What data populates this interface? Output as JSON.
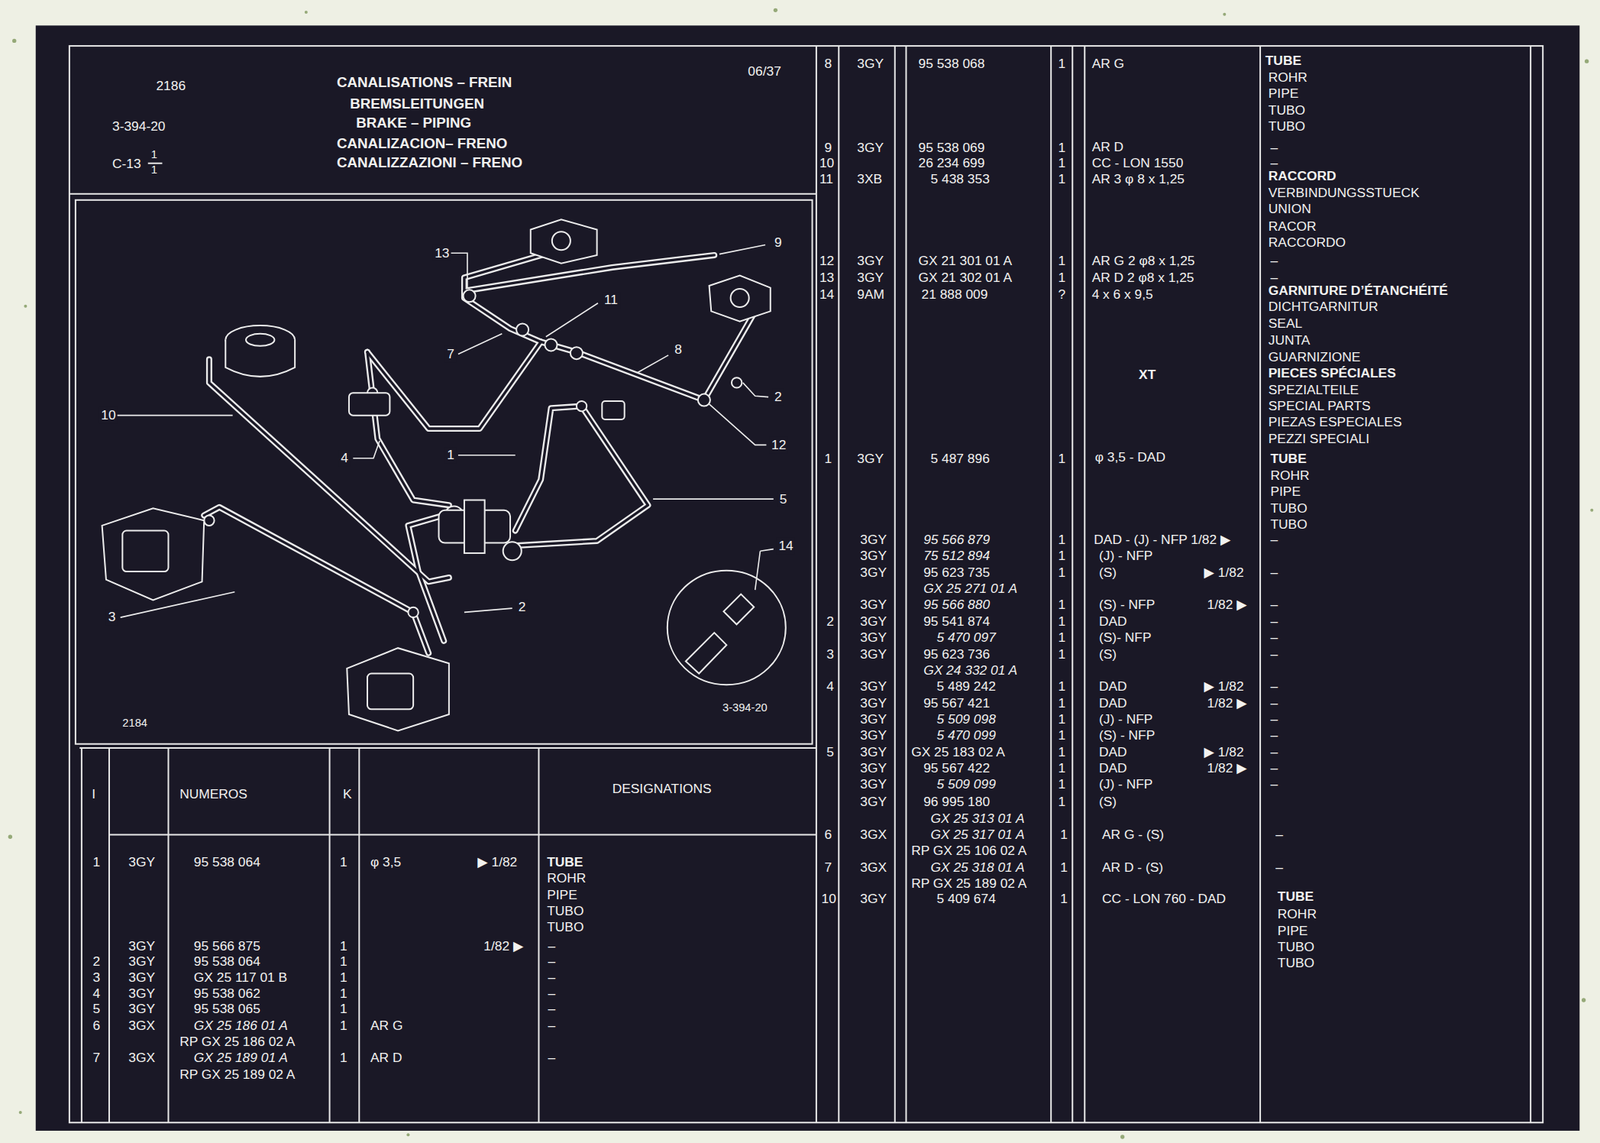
{
  "diagram": {
    "title": "CANALISATIONS – FREIN",
    "labels": [
      "2186",
      "3-394-20",
      "C-13",
      "1",
      "1",
      "BREMSLEITUNGEN",
      "BRAKE – PIPING",
      "CANALIZACION– FRENO",
      "CANALIZZAZIONI – FRENO",
      "06/37",
      "13",
      "9",
      "11",
      "7",
      "8",
      "10",
      "4",
      "1",
      "2",
      "12",
      "5",
      "14",
      "3",
      "2",
      "2184",
      "3-394-20",
      "I",
      "NUMEROS",
      "K",
      "DESIGNATIONS",
      "1",
      "3GY",
      "95 538 064",
      "1",
      "φ 3,5",
      "▶ 1/82",
      "TUBE",
      "ROHR",
      "PIPE",
      "TUBO",
      "TUBO",
      "3GY",
      "95 566 875",
      "1",
      "1/82 ▶",
      "–",
      "2",
      "3GY",
      "95 538 064",
      "1",
      "–",
      "3",
      "3GY",
      "GX 25 117 01 B",
      "1",
      "–",
      "4",
      "3GY",
      "95 538 062",
      "1",
      "–",
      "5",
      "3GY",
      "95 538 065",
      "1",
      "–",
      "6",
      "3GX",
      "GX 25 186 01 A",
      "1",
      "AR G",
      "–",
      "RP GX 25 186 02 A",
      "7",
      "3GX",
      "GX 25 189 01 A",
      "1",
      "AR D",
      "–",
      "RP GX 25 189 02 A",
      "8",
      "3GY",
      "95 538 068",
      "1",
      "AR G",
      "TUBE",
      "ROHR",
      "PIPE",
      "TUBO",
      "TUBO",
      "9",
      "3GY",
      "95 538 069",
      "1",
      "AR D",
      "–",
      "10",
      "26 234 699",
      "1",
      "CC - LON 1550",
      "–",
      "11",
      "3XB",
      "5 438 353",
      "1",
      "AR 3 φ 8 x 1,25",
      "RACCORD",
      "VERBINDUNGSSTUECK",
      "UNION",
      "RACOR",
      "RACCORDO",
      "12",
      "3GY",
      "GX 21 301 01 A",
      "1",
      "AR G 2 φ8 x 1,25",
      "–",
      "13",
      "3GY",
      "GX 21 302 01 A",
      "1",
      "AR D 2 φ8 x 1,25",
      "–",
      "14",
      "9AM",
      "21 888 009",
      "?",
      "4 x 6 x 9,5",
      "GARNITURE D’ÉTANCHÉITÉ",
      "DICHTGARNITUR",
      "SEAL",
      "JUNTA",
      "GUARNIZIONE",
      "XT",
      "PIECES SPÉCIALES",
      "SPEZIALTEILE",
      "SPECIAL PARTS",
      "PIEZAS ESPECIALES",
      "PEZZI SPECIALI",
      "1",
      "3GY",
      "5 487 896",
      "1",
      "φ 3,5 - DAD",
      "TUBE",
      "ROHR",
      "PIPE",
      "TUBO",
      "TUBO",
      "3GY",
      "95 566 879",
      "1",
      "DAD - (J) - NFP 1/82 ▶",
      "–",
      "3GY",
      "75 512 894",
      "1",
      "(J) - NFP",
      "3GY",
      "95 623 735",
      "1",
      "(S)",
      "▶ 1/82",
      "–",
      "GX 25 271 01 A",
      "3GY",
      "95 566 880",
      "1",
      "(S) - NFP",
      "1/82 ▶",
      "–",
      "2",
      "3GY",
      "95 541 874",
      "1",
      "DAD",
      "–",
      "3GY",
      "5 470 097",
      "1",
      "(S)- NFP",
      "–",
      "3",
      "3GY",
      "95 623 736",
      "1",
      "(S)",
      "–",
      "GX 24 332 01 A",
      "4",
      "3GY",
      "5 489 242",
      "1",
      "DAD",
      "▶ 1/82",
      "–",
      "3GY",
      "95 567 421",
      "1",
      "DAD",
      "1/82 ▶",
      "–",
      "3GY",
      "5 509 098",
      "1",
      "(J) - NFP",
      "–",
      "3GY",
      "5 470 099",
      "1",
      "(S) - NFP",
      "–",
      "5",
      "3GY",
      "GX 25 183 02 A",
      "1",
      "DAD",
      "▶ 1/82",
      "–",
      "3GY",
      "95 567 422",
      "1",
      "DAD",
      "1/82 ▶",
      "–",
      "3GY",
      "5 509 099",
      "1",
      "(J) - NFP",
      "–",
      "3GY",
      "96 995 180",
      "1",
      "(S)",
      "GX 25 313 01 A",
      "6",
      "3GX",
      "GX 25 317 01 A",
      "1",
      "AR G - (S)",
      "–",
      "RP GX 25 106 02 A",
      "7",
      "3GX",
      "GX 25 318 01 A",
      "1",
      "AR D - (S)",
      "–",
      "RP GX 25 189 02 A",
      "10",
      "3GY",
      "5 409 674",
      "1",
      "CC - LON 760 - DAD",
      "TUBE",
      "ROHR",
      "PIPE",
      "TUBO",
      "TUBO"
    ]
  }
}
